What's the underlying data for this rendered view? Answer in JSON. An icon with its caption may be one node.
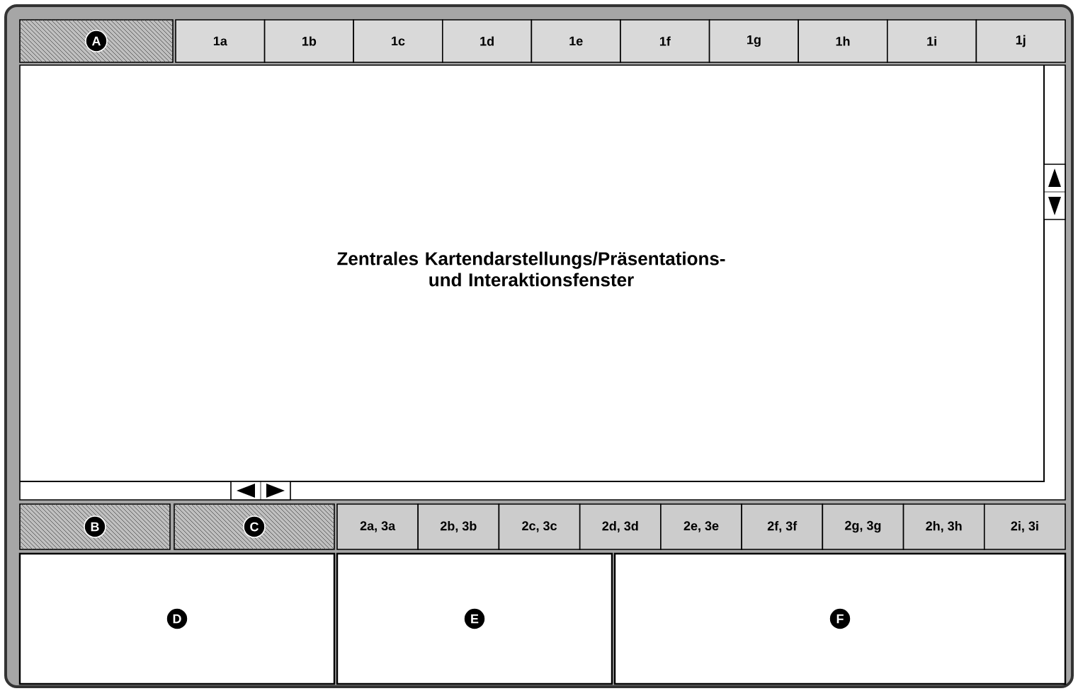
{
  "diagram": {
    "nodes": [
      {
        "text": [
          "A"
        ]
      },
      {
        "text": [
          "1a"
        ]
      },
      {
        "text": [
          "1b"
        ]
      },
      {
        "text": [
          "1c"
        ]
      },
      {
        "text": [
          "1d"
        ]
      },
      {
        "text": [
          "1e"
        ]
      },
      {
        "text": [
          "1f"
        ]
      },
      {
        "text": [
          "1g"
        ]
      },
      {
        "text": [
          "1h"
        ]
      },
      {
        "text": [
          "1i"
        ]
      },
      {
        "text": [
          "1j"
        ]
      },
      {
        "text": [
          "Zentrales Kartendarstellungs/Präsentations- und Interaktionsfenster"
        ]
      },
      {
        "text": [
          "B"
        ]
      },
      {
        "text": [
          "C"
        ]
      },
      {
        "text": [
          "2a, 3a"
        ]
      },
      {
        "text": [
          "2b, 3b"
        ]
      },
      {
        "text": [
          "2c, 3c"
        ]
      },
      {
        "text": [
          "2d, 3d"
        ]
      },
      {
        "text": [
          "2e, 3e"
        ]
      },
      {
        "text": [
          "2f, 3f"
        ]
      },
      {
        "text": [
          "2g, 3g"
        ]
      },
      {
        "text": [
          "2h, 3h"
        ]
      },
      {
        "text": [
          "2i, 3i"
        ]
      },
      {
        "text": [
          "D"
        ]
      },
      {
        "text": [
          "E"
        ]
      },
      {
        "text": [
          "F"
        ]
      }
    ]
  }
}
